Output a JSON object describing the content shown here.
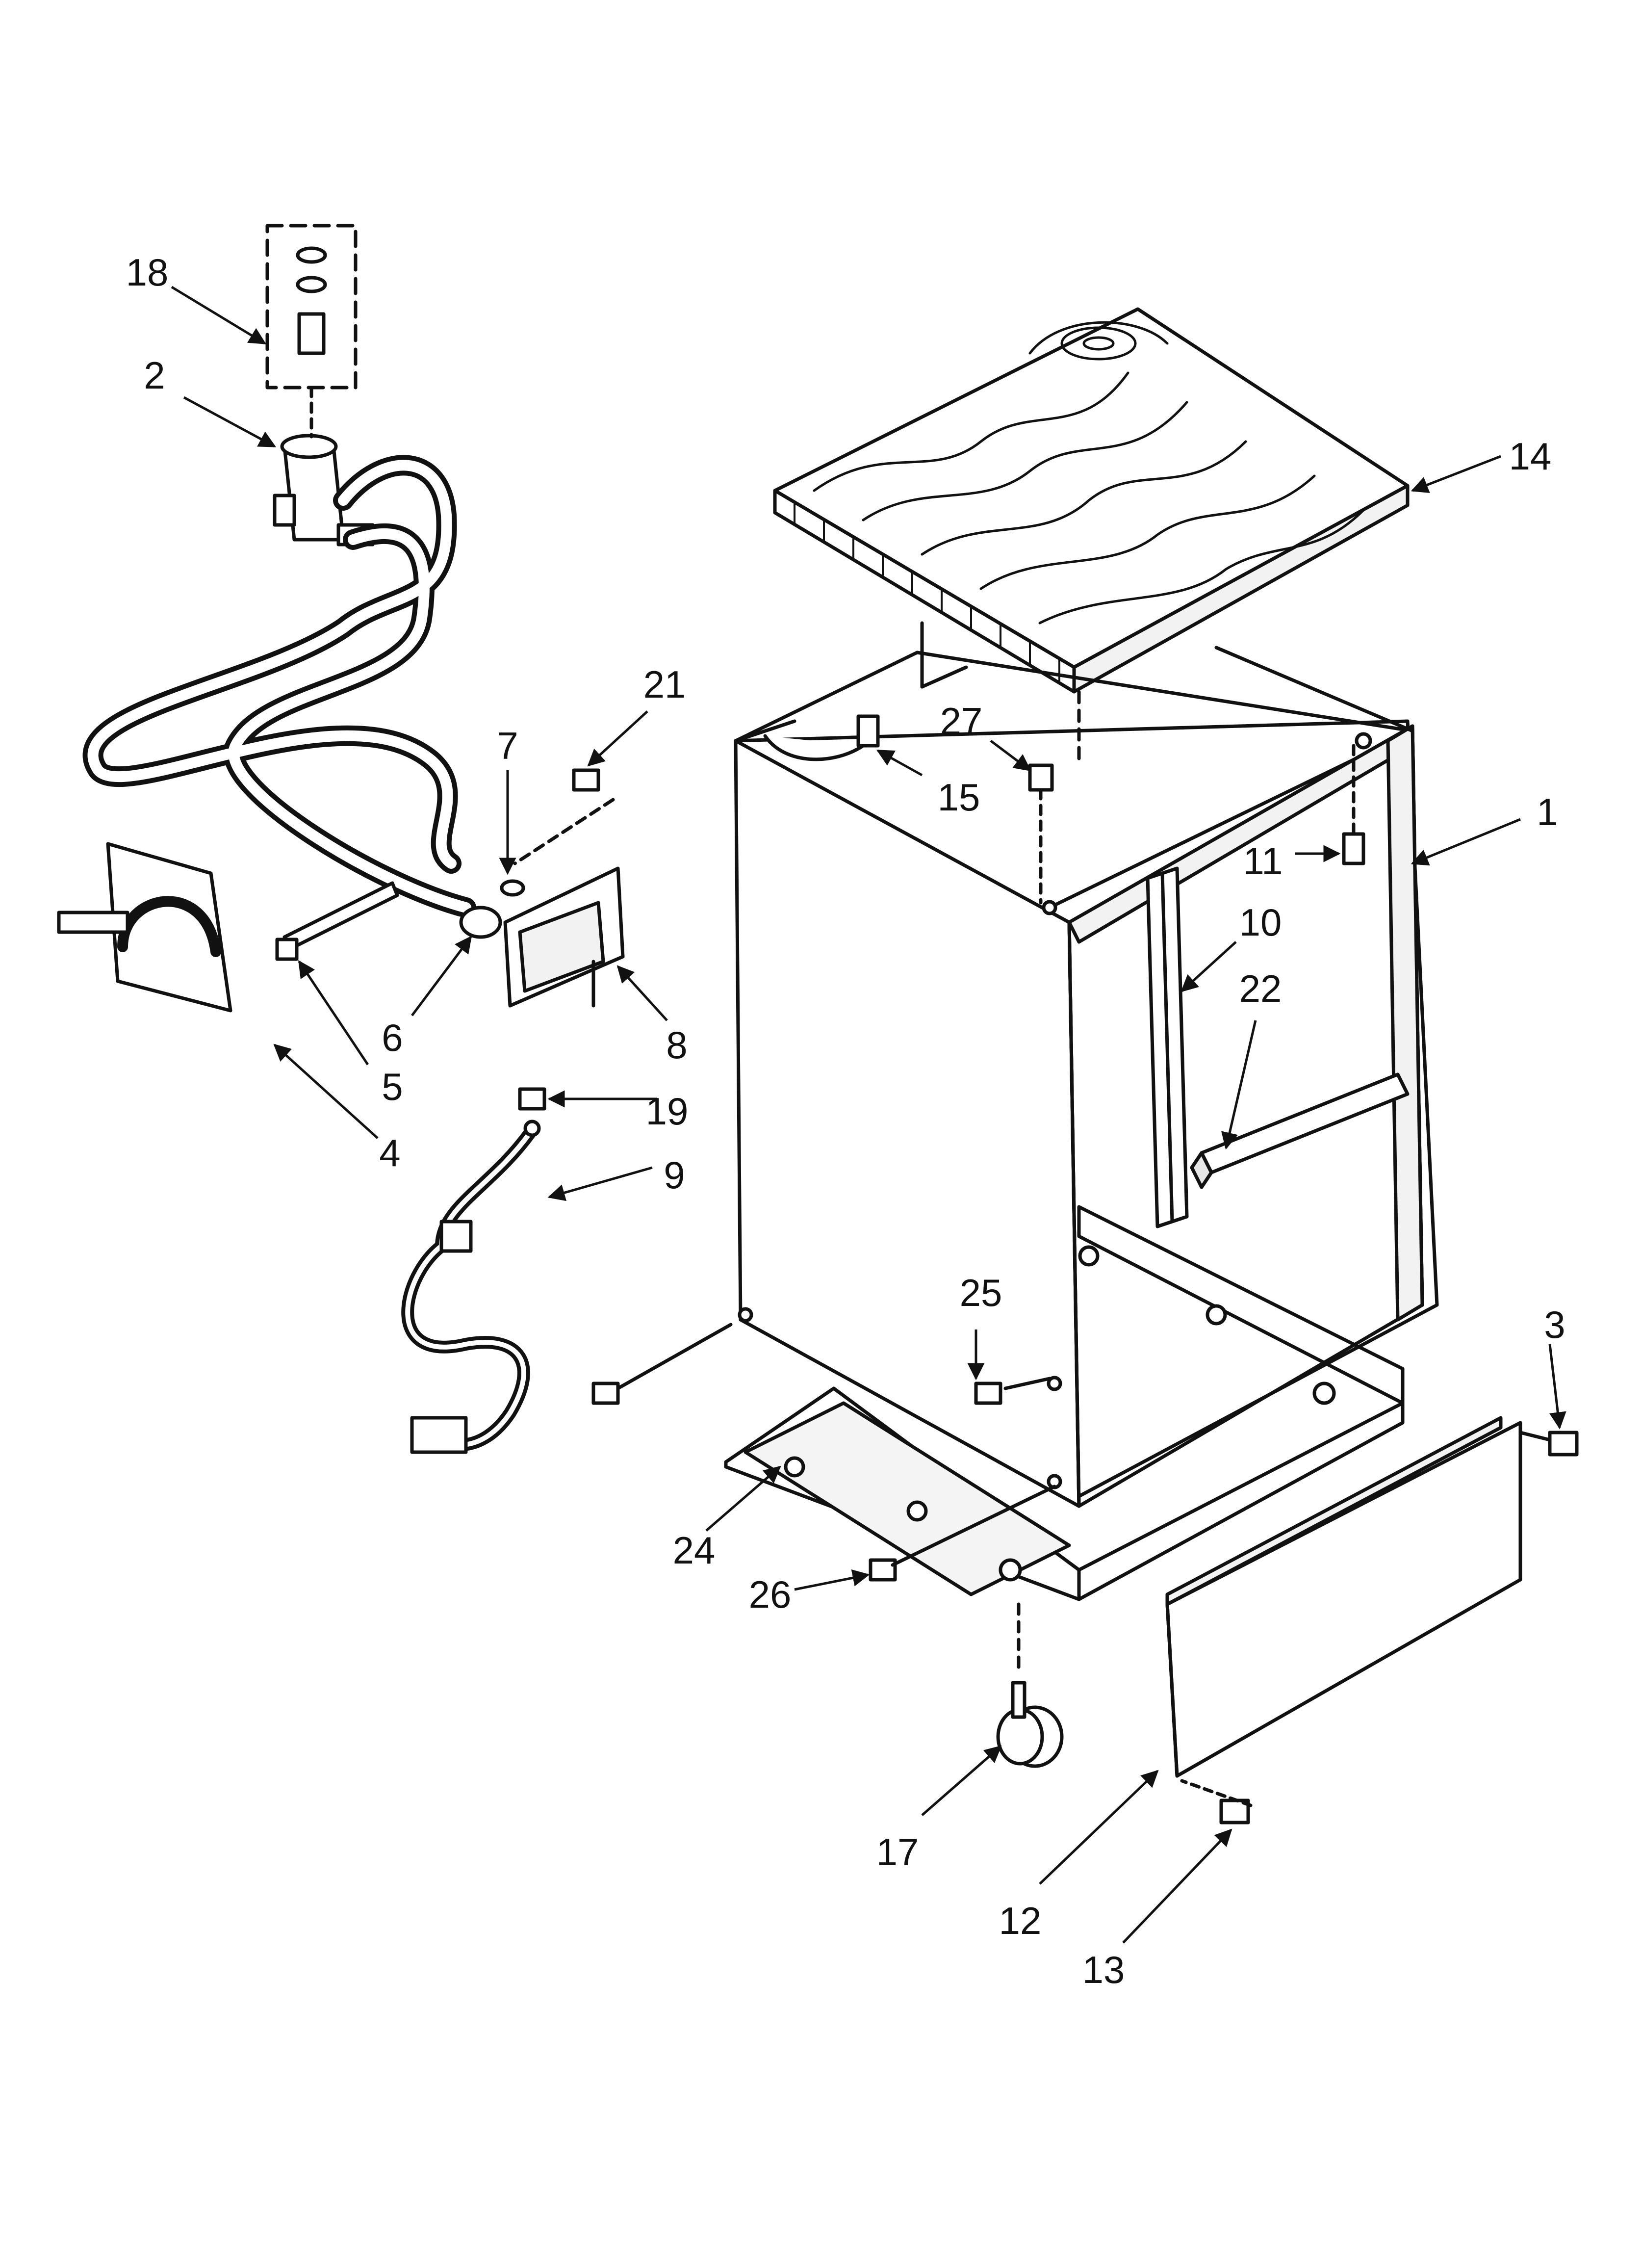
{
  "diagram": {
    "line_color": "#111111",
    "fill_color": "#ffffff",
    "shade_color": "#e6e6e6",
    "callouts": [
      {
        "id": "c1",
        "label": "1"
      },
      {
        "id": "c2",
        "label": "2"
      },
      {
        "id": "c3",
        "label": "3"
      },
      {
        "id": "c4",
        "label": "4"
      },
      {
        "id": "c5",
        "label": "5"
      },
      {
        "id": "c6",
        "label": "6"
      },
      {
        "id": "c7",
        "label": "7"
      },
      {
        "id": "c8",
        "label": "8"
      },
      {
        "id": "c9",
        "label": "9"
      },
      {
        "id": "c10",
        "label": "10"
      },
      {
        "id": "c11",
        "label": "11"
      },
      {
        "id": "c12",
        "label": "12"
      },
      {
        "id": "c13",
        "label": "13"
      },
      {
        "id": "c14",
        "label": "14"
      },
      {
        "id": "c15",
        "label": "15"
      },
      {
        "id": "c17",
        "label": "17"
      },
      {
        "id": "c18",
        "label": "18"
      },
      {
        "id": "c19",
        "label": "19"
      },
      {
        "id": "c21",
        "label": "21"
      },
      {
        "id": "c22",
        "label": "22"
      },
      {
        "id": "c24",
        "label": "24"
      },
      {
        "id": "c25",
        "label": "25"
      },
      {
        "id": "c26",
        "label": "26"
      },
      {
        "id": "c27",
        "label": "27"
      }
    ]
  }
}
